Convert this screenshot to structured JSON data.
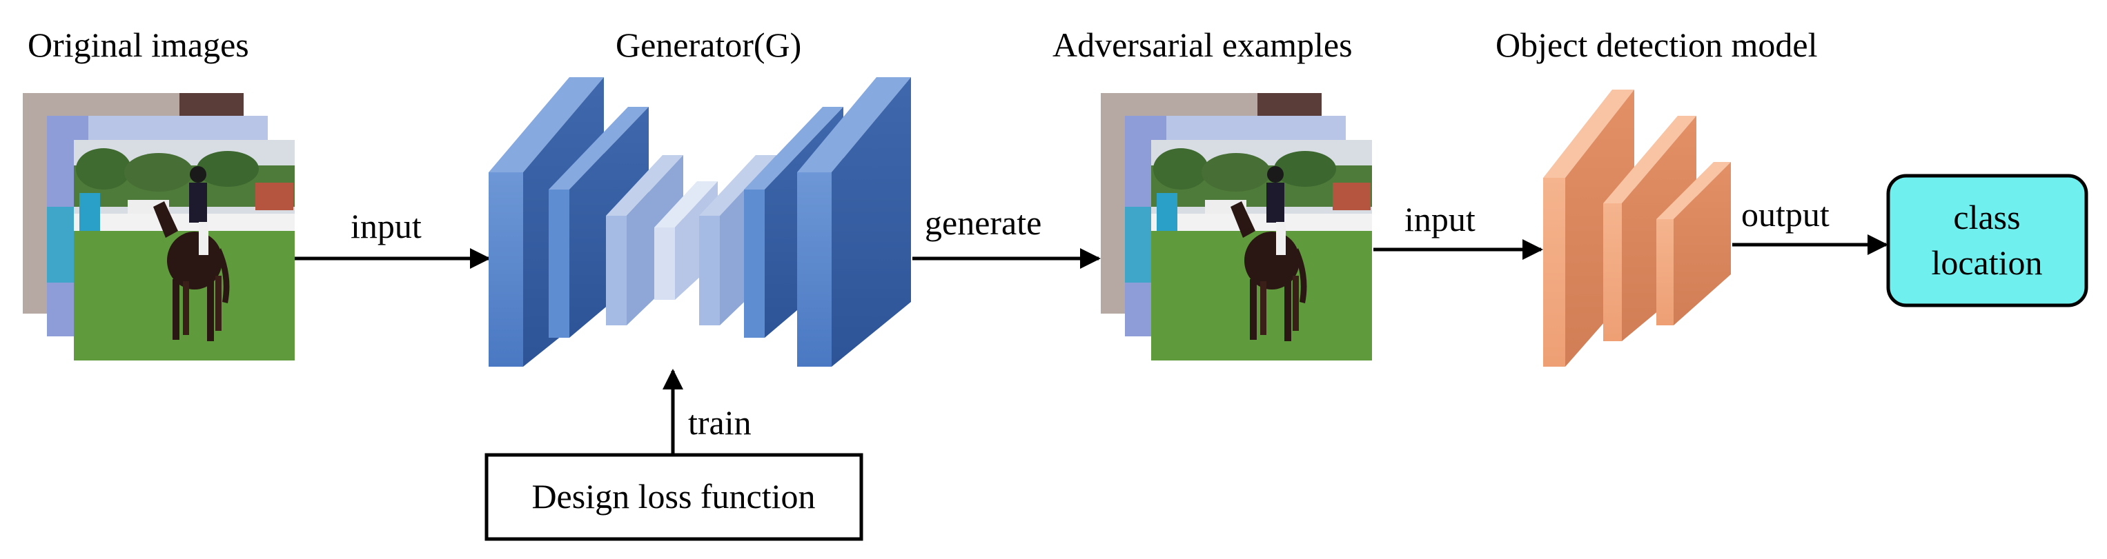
{
  "headings": {
    "original_images": "Original images",
    "generator": "Generator(G)",
    "adversarial_examples": "Adversarial examples",
    "object_detection_model": "Object detection model"
  },
  "arrows": {
    "input_1": "input",
    "generate": "generate",
    "input_2": "input",
    "output": "output",
    "train": "train"
  },
  "loss_box": {
    "label": "Design loss function"
  },
  "output_box": {
    "line1": "class",
    "line2": "location"
  },
  "colors": {
    "generator_blue": "#5b88cc",
    "generator_light": "#aebfe2",
    "detector_orange": "#f2a980",
    "output_cyan": "#6ff0ee",
    "grass_green": "#5f9a3c",
    "sky": "#d7dde2"
  },
  "icons": {
    "photo": "horse-rider-photo",
    "arrow": "right-arrow"
  }
}
